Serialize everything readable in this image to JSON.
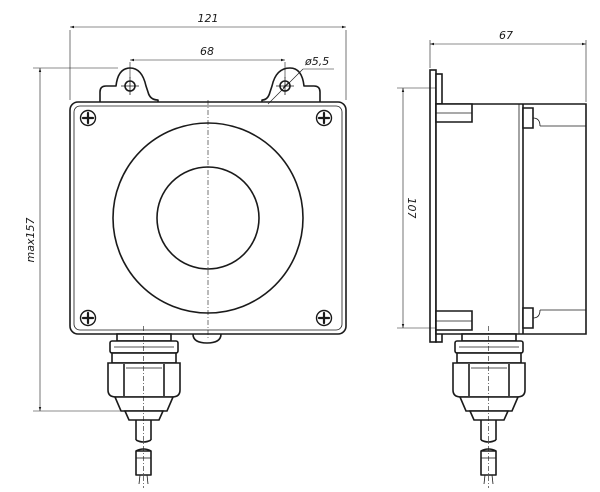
{
  "dimensions": {
    "width_total": "121",
    "hole_spacing": "68",
    "hole_diameter": "ø5,5",
    "height_max": "max157",
    "depth": "67",
    "body_height": "107"
  },
  "colors": {
    "line": "#1a1a1a",
    "background": "#ffffff"
  },
  "icons": [
    "screw-head-icon",
    "cable-gland-icon"
  ]
}
